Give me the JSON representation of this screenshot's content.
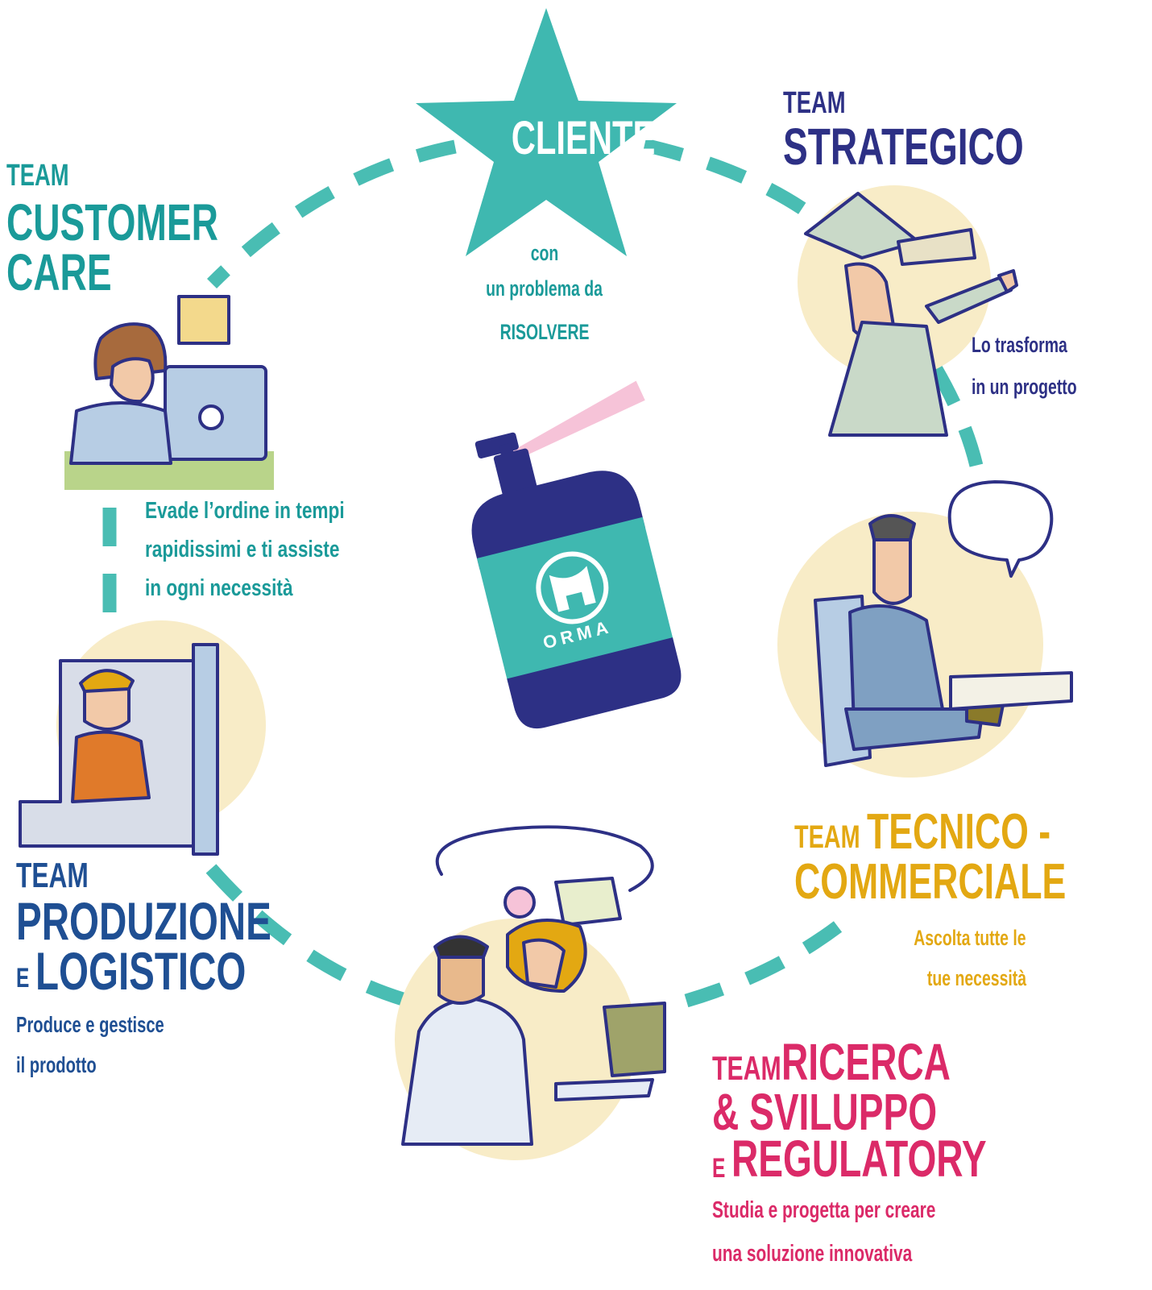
{
  "colors": {
    "teal": "#3fb8b0",
    "teal_dark": "#1a9a99",
    "navy": "#2d3085",
    "blue": "#1f4f93",
    "gold": "#e3a812",
    "magenta": "#db2a68",
    "cream": "#f8ecc7"
  },
  "center": {
    "star_label": "CLIENTE",
    "sub_lines": [
      "con",
      "un problema da",
      "RISOLVERE"
    ],
    "bottle_brand": "ORMA"
  },
  "teams": {
    "strategico": {
      "prefix": "TEAM",
      "title_lines": [
        "STRATEGICO"
      ],
      "desc_lines": [
        "Lo trasforma",
        "in un progetto"
      ]
    },
    "customer_care": {
      "prefix": "TEAM",
      "title_lines": [
        "CUSTOMER",
        "CARE"
      ],
      "desc_lines": [
        "Evade l’ordine in tempi",
        "rapidissimi e ti assiste",
        "in ogni necessità"
      ]
    },
    "tecnico_commerciale": {
      "prefix": "TEAM",
      "title_lines": [
        "TECNICO -",
        "COMMERCIALE"
      ],
      "desc_lines": [
        "Ascolta tutte le",
        "tue necessità"
      ]
    },
    "produzione": {
      "prefix": "TEAM",
      "title_lines": [
        "PRODUZIONE",
        "LOGISTICO"
      ],
      "conjunction": "E",
      "desc_lines": [
        "Produce e gestisce",
        "il prodotto"
      ]
    },
    "ricerca": {
      "prefix": "TEAM",
      "title_lines": [
        "RICERCA",
        "& SVILUPPO",
        "REGULATORY"
      ],
      "conjunction": "E",
      "desc_lines": [
        "Studia e progetta per creare",
        "una soluzione innovativa"
      ]
    }
  },
  "illustrations": [
    "detective-with-telescope-illustration",
    "customer-care-operator-illustration",
    "sales-consultant-illustration",
    "forklift-driver-illustration",
    "researchers-in-lab-illustration"
  ]
}
